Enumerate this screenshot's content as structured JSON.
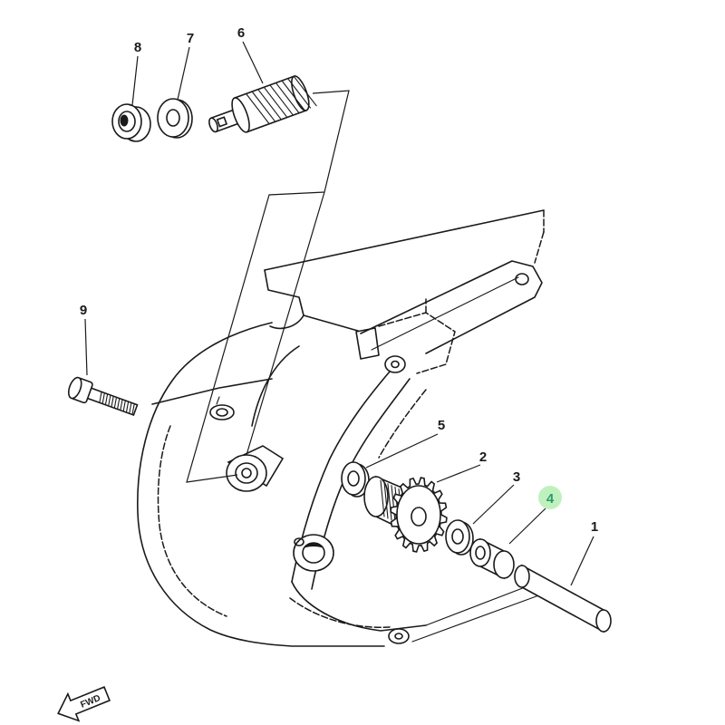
{
  "diagram": {
    "callouts": [
      {
        "label": "8"
      },
      {
        "label": "7"
      },
      {
        "label": "6"
      },
      {
        "label": "9"
      },
      {
        "label": "5"
      },
      {
        "label": "2"
      },
      {
        "label": "3"
      },
      {
        "label": "4",
        "highlighted": true
      },
      {
        "label": "1"
      }
    ],
    "fwd_label": "FWD"
  },
  "colors": {
    "line": "#1a1a1a",
    "background": "#ffffff",
    "highlight_fill": "#b8efb8",
    "highlight_text": "#2e9a6a"
  }
}
